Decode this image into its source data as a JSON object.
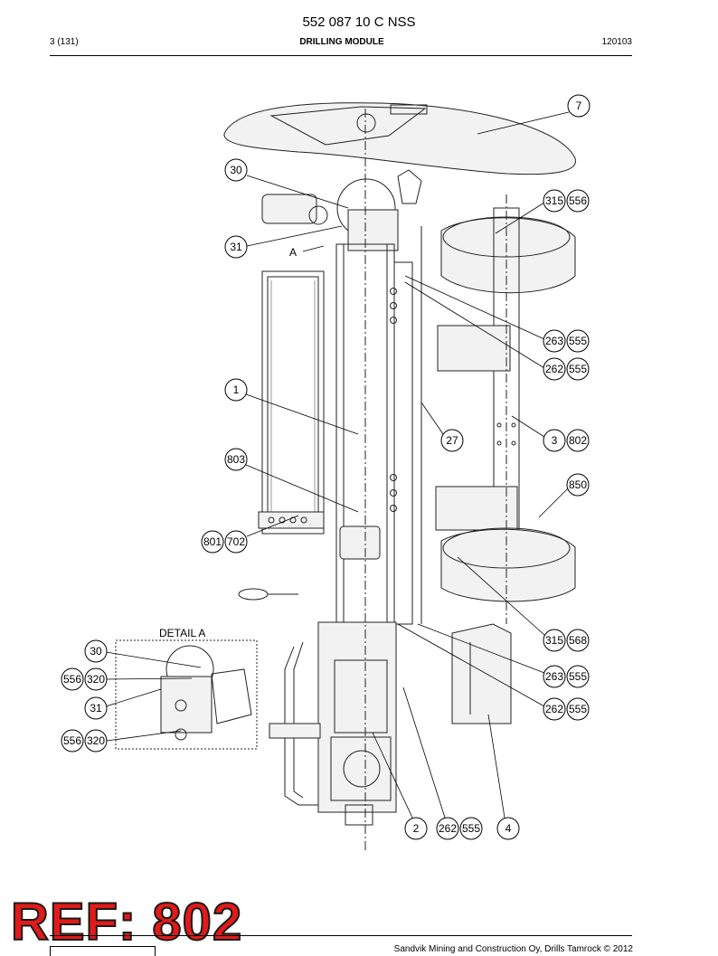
{
  "document": {
    "title": "552 087 10 C NSS",
    "page": "3 (131)",
    "section": "DRILLING MODULE",
    "date_code": "120103",
    "footer": "Sandvik Mining and Construction Oy, Drills Tamrock © 2012"
  },
  "drawing": {
    "view_label": "A",
    "detail_label": "DETAIL A",
    "callouts": [
      {
        "id": "c7",
        "text": "7"
      },
      {
        "id": "c30",
        "text": "30"
      },
      {
        "id": "c315a",
        "text": "315"
      },
      {
        "id": "c556a",
        "text": "556"
      },
      {
        "id": "c31",
        "text": "31"
      },
      {
        "id": "c263a",
        "text": "263"
      },
      {
        "id": "c555a",
        "text": "555"
      },
      {
        "id": "c262a",
        "text": "262"
      },
      {
        "id": "c555b",
        "text": "555"
      },
      {
        "id": "c1",
        "text": "1"
      },
      {
        "id": "c27",
        "text": "27"
      },
      {
        "id": "c3",
        "text": "3"
      },
      {
        "id": "c802",
        "text": "802"
      },
      {
        "id": "c803",
        "text": "803"
      },
      {
        "id": "c850",
        "text": "850"
      },
      {
        "id": "c801",
        "text": "801"
      },
      {
        "id": "c702",
        "text": "702"
      },
      {
        "id": "c315b",
        "text": "315"
      },
      {
        "id": "c568",
        "text": "568"
      },
      {
        "id": "c263b",
        "text": "263"
      },
      {
        "id": "c555c",
        "text": "555"
      },
      {
        "id": "c262b",
        "text": "262"
      },
      {
        "id": "c555d",
        "text": "555"
      },
      {
        "id": "c2",
        "text": "2"
      },
      {
        "id": "c262c",
        "text": "262"
      },
      {
        "id": "c555e",
        "text": "555"
      },
      {
        "id": "c4",
        "text": "4"
      },
      {
        "id": "d30",
        "text": "30"
      },
      {
        "id": "d556a",
        "text": "556"
      },
      {
        "id": "d320a",
        "text": "320"
      },
      {
        "id": "d31",
        "text": "31"
      },
      {
        "id": "d556b",
        "text": "556"
      },
      {
        "id": "d320b",
        "text": "320"
      }
    ]
  },
  "stamp": {
    "text": "REF: 802",
    "color": "#e21a1a"
  }
}
